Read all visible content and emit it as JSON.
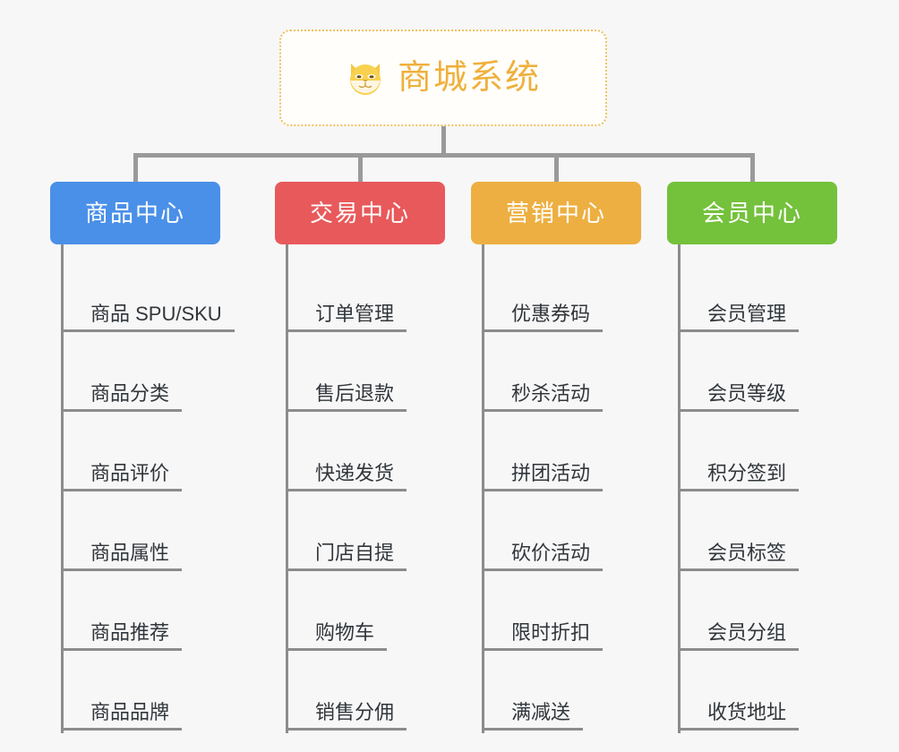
{
  "page": {
    "background_color": "#f7f7f7",
    "type": "mindmap-tree"
  },
  "root": {
    "title": "商城系统",
    "icon": "dog-face-icon",
    "text_color": "#efb03c",
    "border_color": "#efc060"
  },
  "branches": [
    {
      "label": "商品中心",
      "color": "#4a90e8",
      "items": [
        "商品 SPU/SKU",
        "商品分类",
        "商品评价",
        "商品属性",
        "商品推荐",
        "商品品牌"
      ]
    },
    {
      "label": "交易中心",
      "color": "#e8595b",
      "items": [
        "订单管理",
        "售后退款",
        "快递发货",
        "门店自提",
        "购物车",
        "销售分佣"
      ]
    },
    {
      "label": "营销中心",
      "color": "#edaf41",
      "items": [
        "优惠券码",
        "秒杀活动",
        "拼团活动",
        "砍价活动",
        "限时折扣",
        "满减送"
      ]
    },
    {
      "label": "会员中心",
      "color": "#74c13c",
      "items": [
        "会员管理",
        "会员等级",
        "积分签到",
        "会员标签",
        "会员分组",
        "收货地址"
      ]
    }
  ]
}
